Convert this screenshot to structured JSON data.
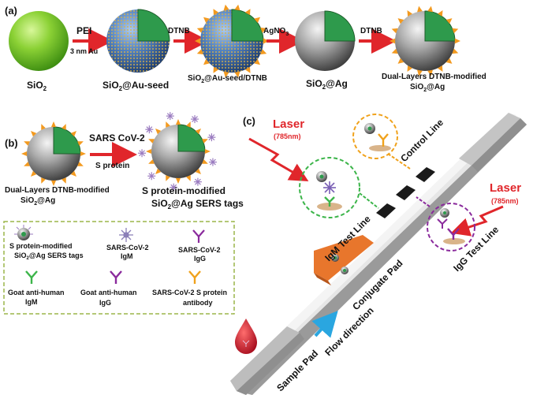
{
  "panels": {
    "a": "(a)",
    "b": "(b)",
    "c": "(c)"
  },
  "panel_a": {
    "sio2": {
      "base": "SiO",
      "sub": "2"
    },
    "step1_top": "PEI",
    "step1_bottom": "3 nm Au",
    "au_seed": {
      "pre": "SiO",
      "sub": "2",
      "post": "@Au-seed"
    },
    "step2": "DTNB",
    "au_seed_dtnb": {
      "pre": "SiO",
      "sub": "2",
      "post": "@Au-seed/DTNB"
    },
    "step3": {
      "pre": "AgNO",
      "sub": "3"
    },
    "sio2_ag": {
      "pre": "SiO",
      "sub": "2",
      "post": "@Ag"
    },
    "step4": "DTNB",
    "dual_line1": "Dual-Layers DTNB-modified",
    "dual_line2": {
      "pre": "SiO",
      "sub": "2",
      "post": "@Ag"
    }
  },
  "panel_b": {
    "arrow_top": "SARS CoV-2",
    "arrow_bottom": "S protein",
    "left_line1": "Dual-Layers DTNB-modified",
    "left_line2": {
      "pre": "SiO",
      "sub": "2",
      "post": "@Ag"
    },
    "right_line1": "S protein-modified",
    "right_line2": {
      "pre": "SiO",
      "sub": "2",
      "post": "@Ag SERS tags"
    }
  },
  "legend": {
    "tag_line1": "S protein-modified",
    "tag_line2": {
      "pre": "SiO",
      "sub": "2",
      "post": "@Ag SERS tags"
    },
    "igm_line1": "SARS-CoV-2",
    "igm_line2": "IgM",
    "igg_line1": "SARS-CoV-2",
    "igg_line2": "IgG",
    "goat_igm_line1": "Goat anti-human",
    "goat_igm_line2": "IgM",
    "goat_igg_line1": "Goat anti-human",
    "goat_igg_line2": "IgG",
    "spab_line1": "SARS-CoV-2 S protein",
    "spab_line2": "antibody"
  },
  "panel_c": {
    "laser_left": "Laser",
    "laser_left_wl": "(785nm)",
    "laser_right": "Laser",
    "laser_right_wl": "(785nm)",
    "control_line": "Control Line",
    "igm_test_line": "IgM Test Line",
    "igg_test_line": "IgG Test Line",
    "conjugate_pad": "Conjugate Pad",
    "flow_direction": "Flow direction",
    "sample_pad": "Sample Pad"
  },
  "colors": {
    "arrow_red": "#e0262b",
    "laser_red": "#e0262b",
    "igm_green": "#3cb54a",
    "igg_purple": "#8a2a9c",
    "spab_orange": "#f0a21c",
    "conjugate_orange": "#e8762c",
    "flow_blue": "#2aa6e0",
    "legend_border": "#9bb54a"
  }
}
